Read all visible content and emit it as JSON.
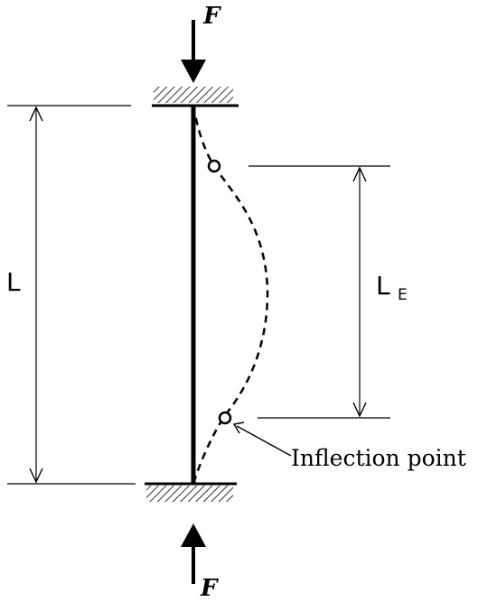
{
  "diagram": {
    "force_label_top": "F",
    "force_label_bottom": "F",
    "length_label": "L",
    "effective_length_label": "L",
    "effective_length_subscript": "E",
    "inflection_label": "Inflection point"
  }
}
